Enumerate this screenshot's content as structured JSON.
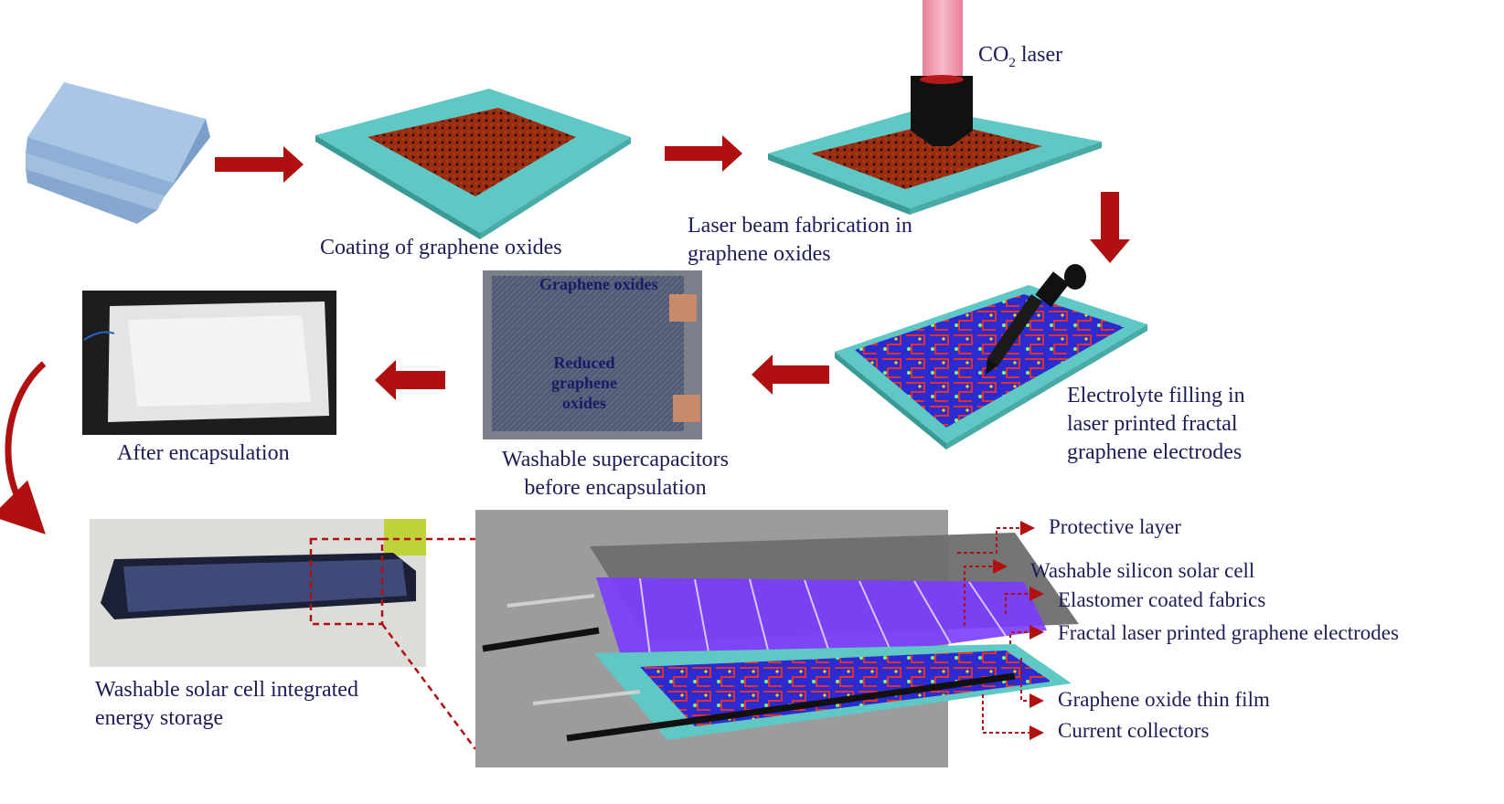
{
  "steps": {
    "coating": "Coating of graphene oxides",
    "laser_line1": "Laser beam fabrication in",
    "laser_line2": "graphene oxides",
    "co2": "CO",
    "co2_sub": "2",
    "co2_rest": " laser",
    "electrolyte_line1": "Electrolyte filling  in",
    "electrolyte_line2": "laser printed fractal",
    "electrolyte_line3": "graphene electrodes",
    "washable_line1": "Washable supercapacitors",
    "washable_line2": "before encapsulation",
    "after": "After encapsulation",
    "integrated_line1": "Washable solar cell integrated",
    "integrated_line2": "energy storage"
  },
  "photo_labels": {
    "graphene_oxides": "Graphene oxides",
    "reduced_line1": "Reduced",
    "reduced_line2": "graphene",
    "reduced_line3": "oxides"
  },
  "layers": [
    "Protective layer",
    "Washable silicon solar cell",
    "Elastomer coated fabrics",
    "Fractal laser printed graphene electrodes",
    "Graphene oxide thin film",
    "Current collectors"
  ],
  "colors": {
    "arrow": "#b01010",
    "substrate": "#5fc8c4",
    "graphene": "#a83a1a",
    "solar": "#7a3cff",
    "dashed": "#b01010"
  }
}
